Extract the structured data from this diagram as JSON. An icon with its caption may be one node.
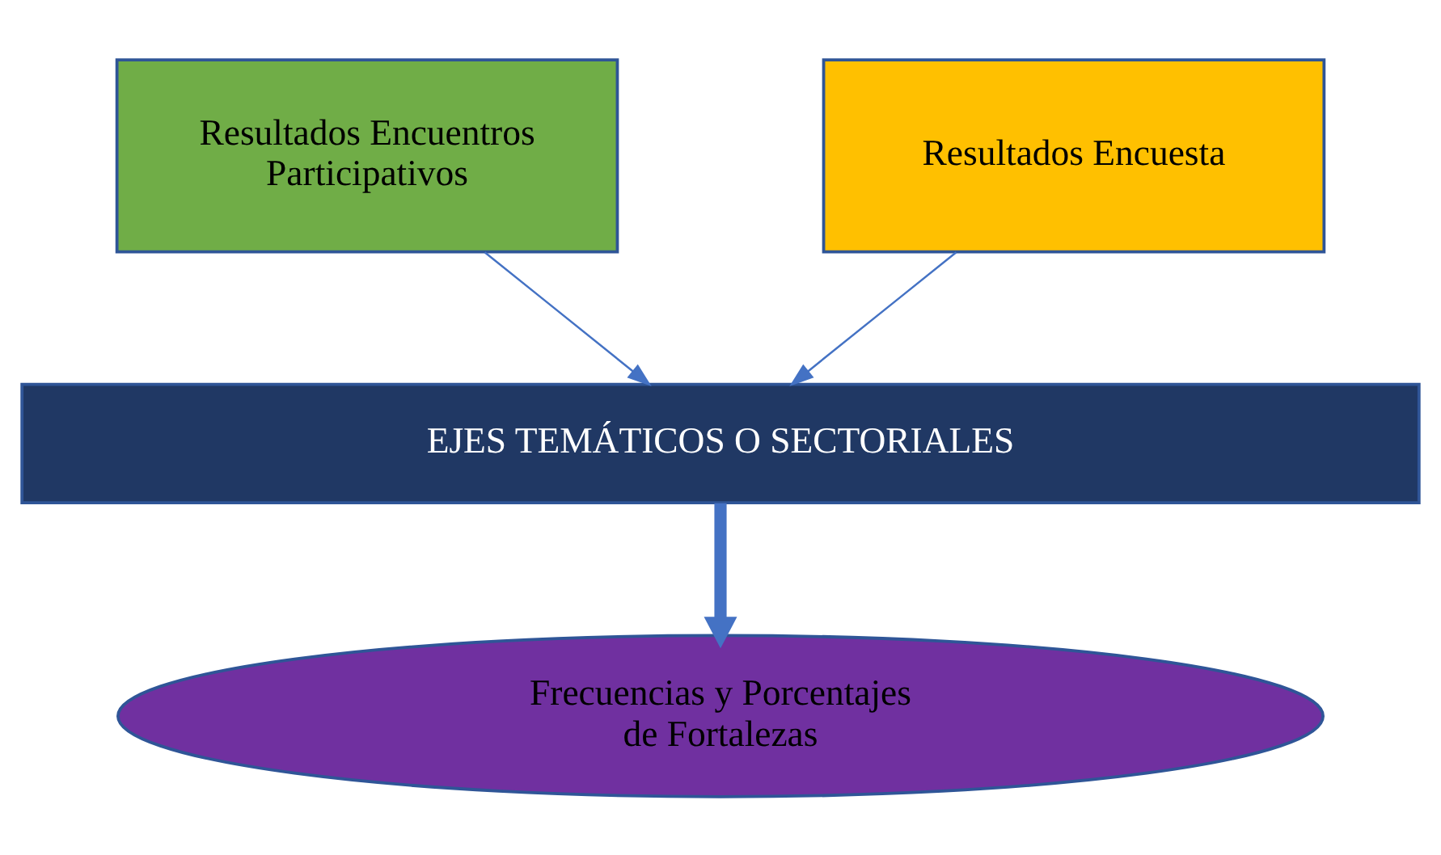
{
  "diagram": {
    "nodes": [
      {
        "text": [
          "Resultados Encuentros Participativos"
        ]
      },
      {
        "text": [
          "Resultados Encuesta"
        ]
      },
      {
        "text": [
          "EJES TEMÁTICOS O SECTORIALES"
        ]
      },
      {
        "text": [
          "Frecuencias y Porcentajes de Fortalezas"
        ]
      }
    ],
    "edges": [
      {
        "from": 0,
        "to": 2,
        "arrow": "to"
      },
      {
        "from": 1,
        "to": 2,
        "arrow": "to"
      },
      {
        "from": 2,
        "to": 3,
        "arrow": "to",
        "style": "thick"
      }
    ]
  }
}
